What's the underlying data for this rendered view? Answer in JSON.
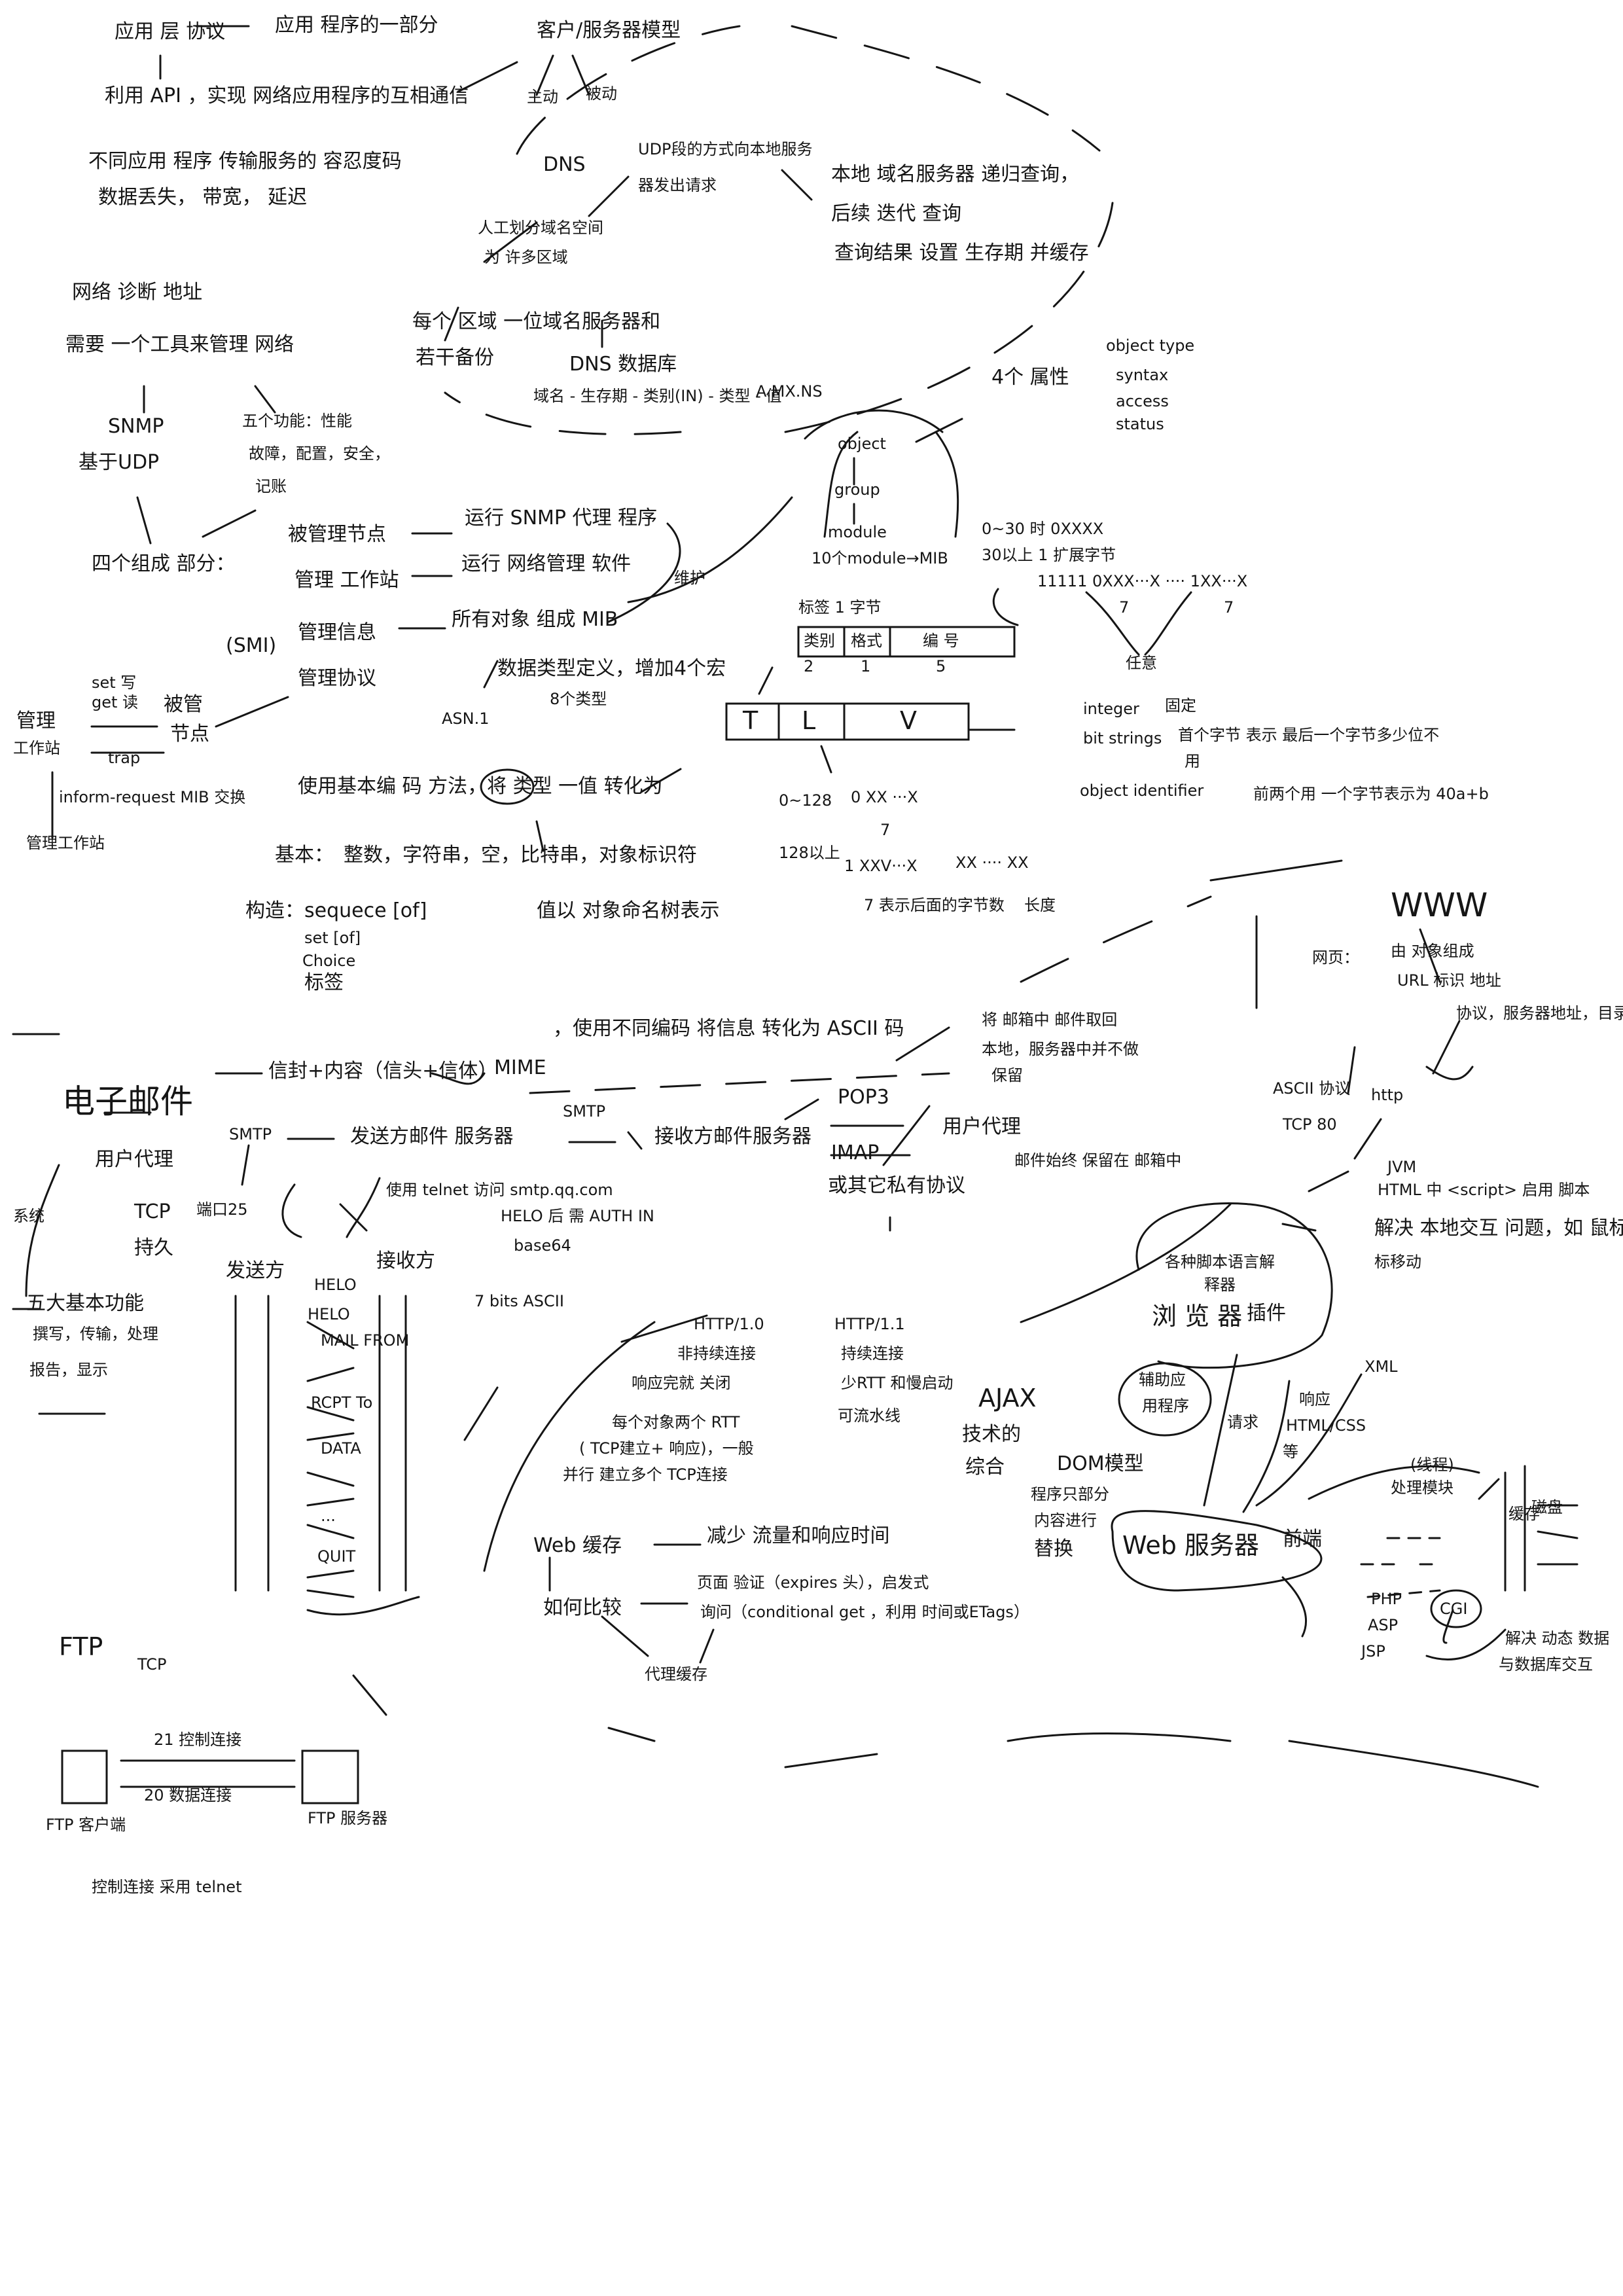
{
  "app": {
    "l_app_layer": "应用 层 协议",
    "l_app_part": "应用 程序的一部分",
    "l_api": "利用 API ，实现 网络应用程序的互相通信",
    "l_tolerance": "不同应用 程序 传输服务的 容忍度码",
    "l_loss": "数据丢失， 带宽， 延迟",
    "l_cs_model": "客户/服务器模型",
    "l_active": "主动",
    "l_passive": "被动"
  },
  "dns": {
    "l_dns": "DNS",
    "l_udp_send": "UDP段的方式向本地服务",
    "l_udp_send2": "器发出请求",
    "l_local_server": "本地 域名服务器 递归查询，",
    "l_iterative": "后续 迭代 查询",
    "l_cache": "查询结果 设置 生存期 并缓存",
    "l_manual": "人工划分域名空间",
    "l_zones": "为 许多区域",
    "l_each_zone": "每个 区域 一位域名服务器和",
    "l_backup": "若干备份",
    "l_db": "DNS 数据库",
    "l_record": "域名 - 生存期 - 类别(IN) - 类型 - 值",
    "l_types": "A.MX.NS"
  },
  "snmp": {
    "l_diagnose": "网络 诊断 地址",
    "l_need_tool": "需要 一个工具来管理 网络",
    "l_snmp": "SNMP",
    "l_udp": "基于UDP",
    "l_five_func": "五个功能：性能",
    "l_five_func2": "故障，配置，安全，",
    "l_five_func3": "记账",
    "l_four_parts": "四个组成 部分：",
    "l_managed": "被管理节点",
    "l_run_agent": "运行 SNMP 代理 程序",
    "l_station": "管理 工作站",
    "l_run_soft": "运行 网络管理 软件",
    "l_smi": "(SMI)",
    "l_mgmt_info": "管理信息",
    "l_all_obj": "所有对象 组成 MIB",
    "l_maintain": "维护",
    "l_protocol": "管理协议",
    "l_asn": "ASN.1",
    "l_datatype": "数据类型定义，增加4个宏",
    "l_8types": "8个类型",
    "l_set": "set 写",
    "l_get": "get 读",
    "l_managed2": "被管",
    "l_node": "节点",
    "l_trap": "trap",
    "l_mgr": "管理",
    "l_ws": "工作站",
    "l_inform": "inform-request MIB 交换",
    "l_mgr2": "管理工作站",
    "l_encode": "使用基本编 码 方法，将 类型 一值 转化为",
    "l_basic": "基本：",
    "l_basic_types": "整数，字符串，空，比特串，对象标识符",
    "l_construct": "构造：",
    "l_seq": "sequece [of]",
    "l_set_of": "set [of]",
    "l_choice": "Choice",
    "l_tag": "标签",
    "l_val_tree": "值以 对象命名树表示"
  },
  "mib": {
    "l_object": "object",
    "l_group": "group",
    "l_module": "module",
    "l_10mod": "10个module→MIB",
    "l_4attr": "4个 属性",
    "l_object_type": "object   type",
    "l_syntax": "syntax",
    "l_access": "access",
    "l_status": "status",
    "l_tag_byte": "标签 1 字节",
    "l_class": "类别",
    "l_format": "格式",
    "l_number": "编 号",
    "l_n2": "2",
    "l_n1": "1",
    "l_n5": "5",
    "l_0_30": "0~30 时  0XXXX",
    "l_30up": "30以上   1 扩展字节",
    "l_11111": "11111  0XXX···X  ····  1XX···X",
    "l_any": "任意",
    "l_7a": "7",
    "l_7b": "7",
    "l_T": "T",
    "l_L": "L",
    "l_V": "V",
    "l_0_128": "0~128",
    "l_0xx": "0 XX ···X",
    "l_7c": "7",
    "l_128up": "128以上",
    "l_1xxx": "1 XXV···X",
    "l_xx_xx": "XX ···· XX",
    "l_7bytes": "7 表示后面的字节数",
    "l_length": "长度",
    "l_integer": "integer",
    "l_fixed": "固定",
    "l_bitstr": "bit strings",
    "l_bitstr_desc": "首个字节 表示 最后一个字节多少位不",
    "l_use": "用",
    "l_oid": "object   identifier",
    "l_oid_desc": "前两个用 一个字节表示为 40a+b"
  },
  "www": {
    "l_www": "WWW",
    "l_webpage": "网页：",
    "l_objects": "由 对象组成",
    "l_url": "URL 标识 地址",
    "l_url_parts": "协议，服务器地址，目录",
    "l_ascii": "ASCII 协议",
    "l_http": "http",
    "l_tcp80": "TCP  80",
    "l_jvm": "JVM",
    "l_script": "HTML 中 <script> 启用 脚本",
    "l_solve": "解决 本地交互 问题，如 鼠标",
    "l_solve2": "标移动",
    "l_interp": "各种脚本语言解",
    "l_interp2": "释器",
    "l_browser": "浏 览 器",
    "l_plugin": "插件",
    "l_helper": "辅助应",
    "l_helper2": "用程序",
    "l_xml": "XML",
    "l_request": "请求",
    "l_response": "响应",
    "l_html_css": "HTML/CSS",
    "l_etc": "等",
    "l_webserver": "Web 服务器",
    "l_frontend": "前端",
    "l_thread": "(线程)",
    "l_proc_mod": "处理模块",
    "l_disk": "磁盘",
    "l_queue": "缓存",
    "l_php": "PHP",
    "l_asp": "ASP",
    "l_jsp": "JSP",
    "l_cgi": "CGI",
    "l_dbsolve": "解决 动态 数据",
    "l_dbsolve2": "与数据库交互",
    "l_http10": "HTTP/1.0",
    "l_nonpersist": "非持续连接",
    "l_close": "响应完就 关闭",
    "l_rtt": "每个对象两个 RTT",
    "l_rtt2": "( TCP建立+ 响应)，一般",
    "l_parallel": "并行 建立多个 TCP连接",
    "l_http11": "HTTP/1.1",
    "l_persist": "持续连接",
    "l_slowstart": "少RTT 和慢启动",
    "l_pipeline": "可流水线",
    "l_ajax": "AJAX",
    "l_ajax2": "技术的",
    "l_ajax3": "综合",
    "l_dom": "DOM模型",
    "l_dom2": "程序只部分",
    "l_dom3": "内容进行",
    "l_dom4": "替换",
    "l_webcache": "Web 缓存",
    "l_reduce": "减少 流量和响应时间",
    "l_howcompare": "如何比较",
    "l_verify": "页面 验证（expires 头），启发式",
    "l_condget": "询问（conditional  get ，利用 时间或ETags）",
    "l_proxy": "代理缓存"
  },
  "email": {
    "l_email": "电子邮件",
    "l_envelope": "信封+内容（信头+信体）",
    "l_mime": "MIME",
    "l_mime_desc": "，使用不同编码 将信息 转化为 ASCII 码",
    "l_keep_server": "将 邮箱中 邮件取回",
    "l_local": "本地，服务器中并不做",
    "l_save": "保留",
    "l_user_agent": "用户代理",
    "l_smtp1": "SMTP",
    "l_send_server": "发送方邮件 服务器",
    "l_smtp2": "SMTP",
    "l_recv_server": "接收方邮件服务器",
    "l_pop3": "POP3",
    "l_imap": "IMAP",
    "l_other": "或其它私有协议",
    "l_user_agent2": "用户代理",
    "l_keep_mail": "邮件始终 保留在 邮箱中",
    "l_system": "系统",
    "l_tcp": "TCP",
    "l_port25": "端口25",
    "l_persist2": "持久",
    "l_telnet": "使用 telnet   访问   smtp.qq.com",
    "l_helo_auth": "HELO 后 需 AUTH IN",
    "l_base64": "base64",
    "l_5func": "五大基本功能",
    "l_5func2": "撰写，传输，处理",
    "l_5func3": "报告，显示",
    "l_sender": "发送方",
    "l_receiver": "接收方",
    "l_helo1": "HELO",
    "l_helo2": "HELO",
    "l_mailfrom": "MAIL FROM",
    "l_rcpt": "RCPT To",
    "l_data": "DATA",
    "l_dots": "···",
    "l_quit": "QUIT",
    "l_7bit": "7 bits  ASCII"
  },
  "ftp": {
    "l_ftp": "FTP",
    "l_tcp": "TCP",
    "l_21": "21  控制连接",
    "l_20": "20  数据连接",
    "l_client": "FTP 客户端",
    "l_server": "FTP 服务器",
    "l_telnet": "控制连接 采用 telnet"
  }
}
